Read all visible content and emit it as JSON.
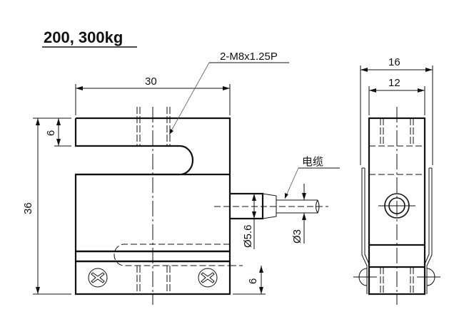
{
  "title": "200, 300kg",
  "front_view": {
    "thread_callout": "2-M8x1.25P",
    "width_dim": "30",
    "height_dim": "36",
    "top_arm_dim": "6",
    "bottom_arm_dim": "6",
    "cable_label": "电缆",
    "cable_sheath_dim": "Ø5.6",
    "cable_dim": "Ø3"
  },
  "side_view": {
    "outer_width_dim": "16",
    "inner_width_dim": "12"
  },
  "colors": {
    "line": "#111111",
    "background": "#ffffff"
  }
}
